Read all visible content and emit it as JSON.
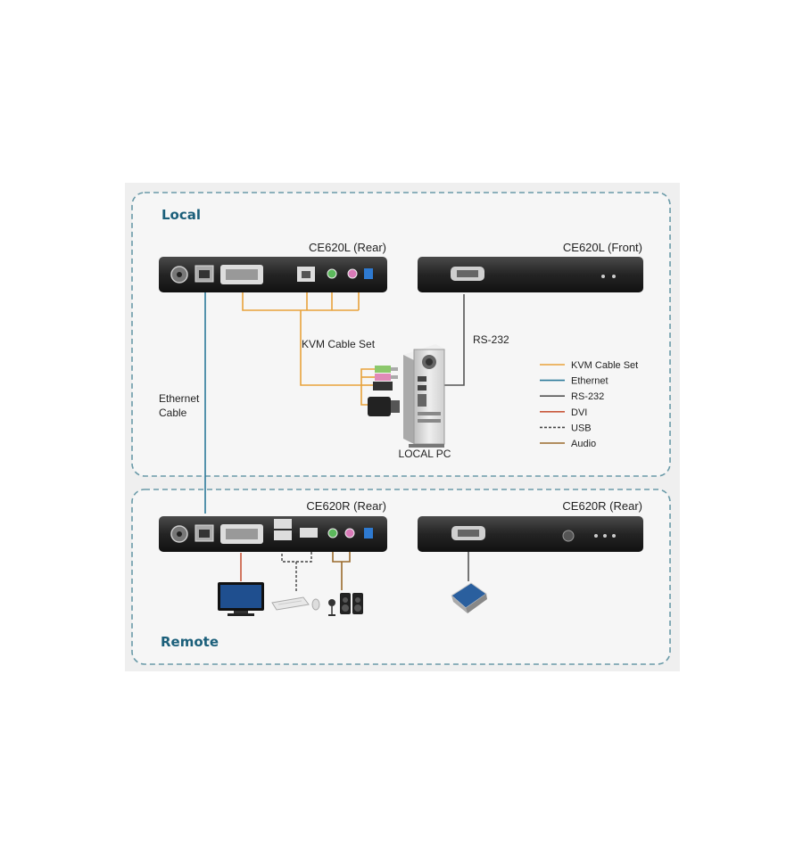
{
  "zones": {
    "local": "Local",
    "remote": "Remote"
  },
  "devices": {
    "ce620l_rear": "CE620L (Rear)",
    "ce620l_front": "CE620L (Front)",
    "ce620r_rear_left": "CE620R (Rear)",
    "ce620r_rear_right": "CE620R (Rear)"
  },
  "labels": {
    "kvm_cable_set": "KVM Cable Set",
    "rs232": "RS-232",
    "ethernet_line1": "Ethernet",
    "ethernet_line2": "Cable",
    "local_pc": "LOCAL PC"
  },
  "legend": [
    {
      "label": "KVM Cable Set",
      "color": "#e8a23a",
      "style": "solid"
    },
    {
      "label": "Ethernet",
      "color": "#2c7a9a",
      "style": "solid"
    },
    {
      "label": "RS-232",
      "color": "#555555",
      "style": "solid"
    },
    {
      "label": "DVI",
      "color": "#c8573a",
      "style": "solid"
    },
    {
      "label": "USB",
      "color": "#444444",
      "style": "dashed"
    },
    {
      "label": "Audio",
      "color": "#9a6a2c",
      "style": "solid"
    }
  ],
  "colors": {
    "zone_border": "#6a9aa8",
    "zone_bg": "#f3f3f3",
    "device_body": "#2a2a2a",
    "kvm": "#e8a23a",
    "ethernet": "#2c7a9a",
    "rs232": "#555555",
    "dvi": "#c8573a",
    "usb": "#444444",
    "audio": "#9a6a2c"
  }
}
